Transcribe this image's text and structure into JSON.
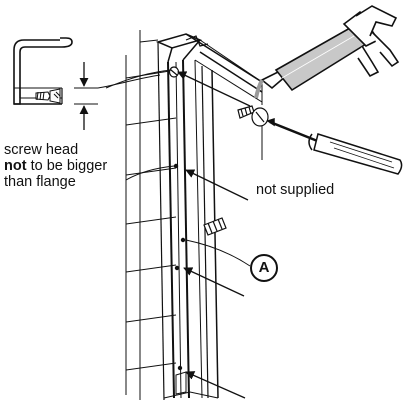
{
  "labels": {
    "screw_head_line1": "screw head",
    "screw_head_bold": "not",
    "screw_head_line2_rest": " to be bigger",
    "screw_head_line3": "than flange",
    "not_supplied": "not supplied",
    "callout_a": "A"
  },
  "icons": [
    "flange-profile-detail-icon",
    "screw-icon",
    "sealant-gun-icon",
    "screwdriver-icon",
    "wall-tile-icon",
    "door-frame-icon"
  ],
  "colors": {
    "line": "#111111",
    "tube_grey": "#c8c8c8",
    "sealant": "#9a9a9a",
    "background": "#ffffff"
  }
}
